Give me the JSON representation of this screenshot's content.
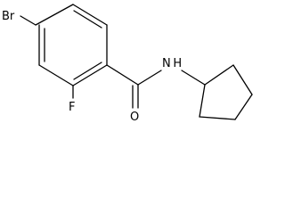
{
  "molecule": {
    "atoms": {
      "bromine": "Br",
      "fluorine": "F",
      "oxygen": "O",
      "nitrogen_hydrogen": "N H"
    }
  },
  "colors": {
    "bond": "#000000",
    "label": "#000000",
    "background": "#ffffff"
  }
}
